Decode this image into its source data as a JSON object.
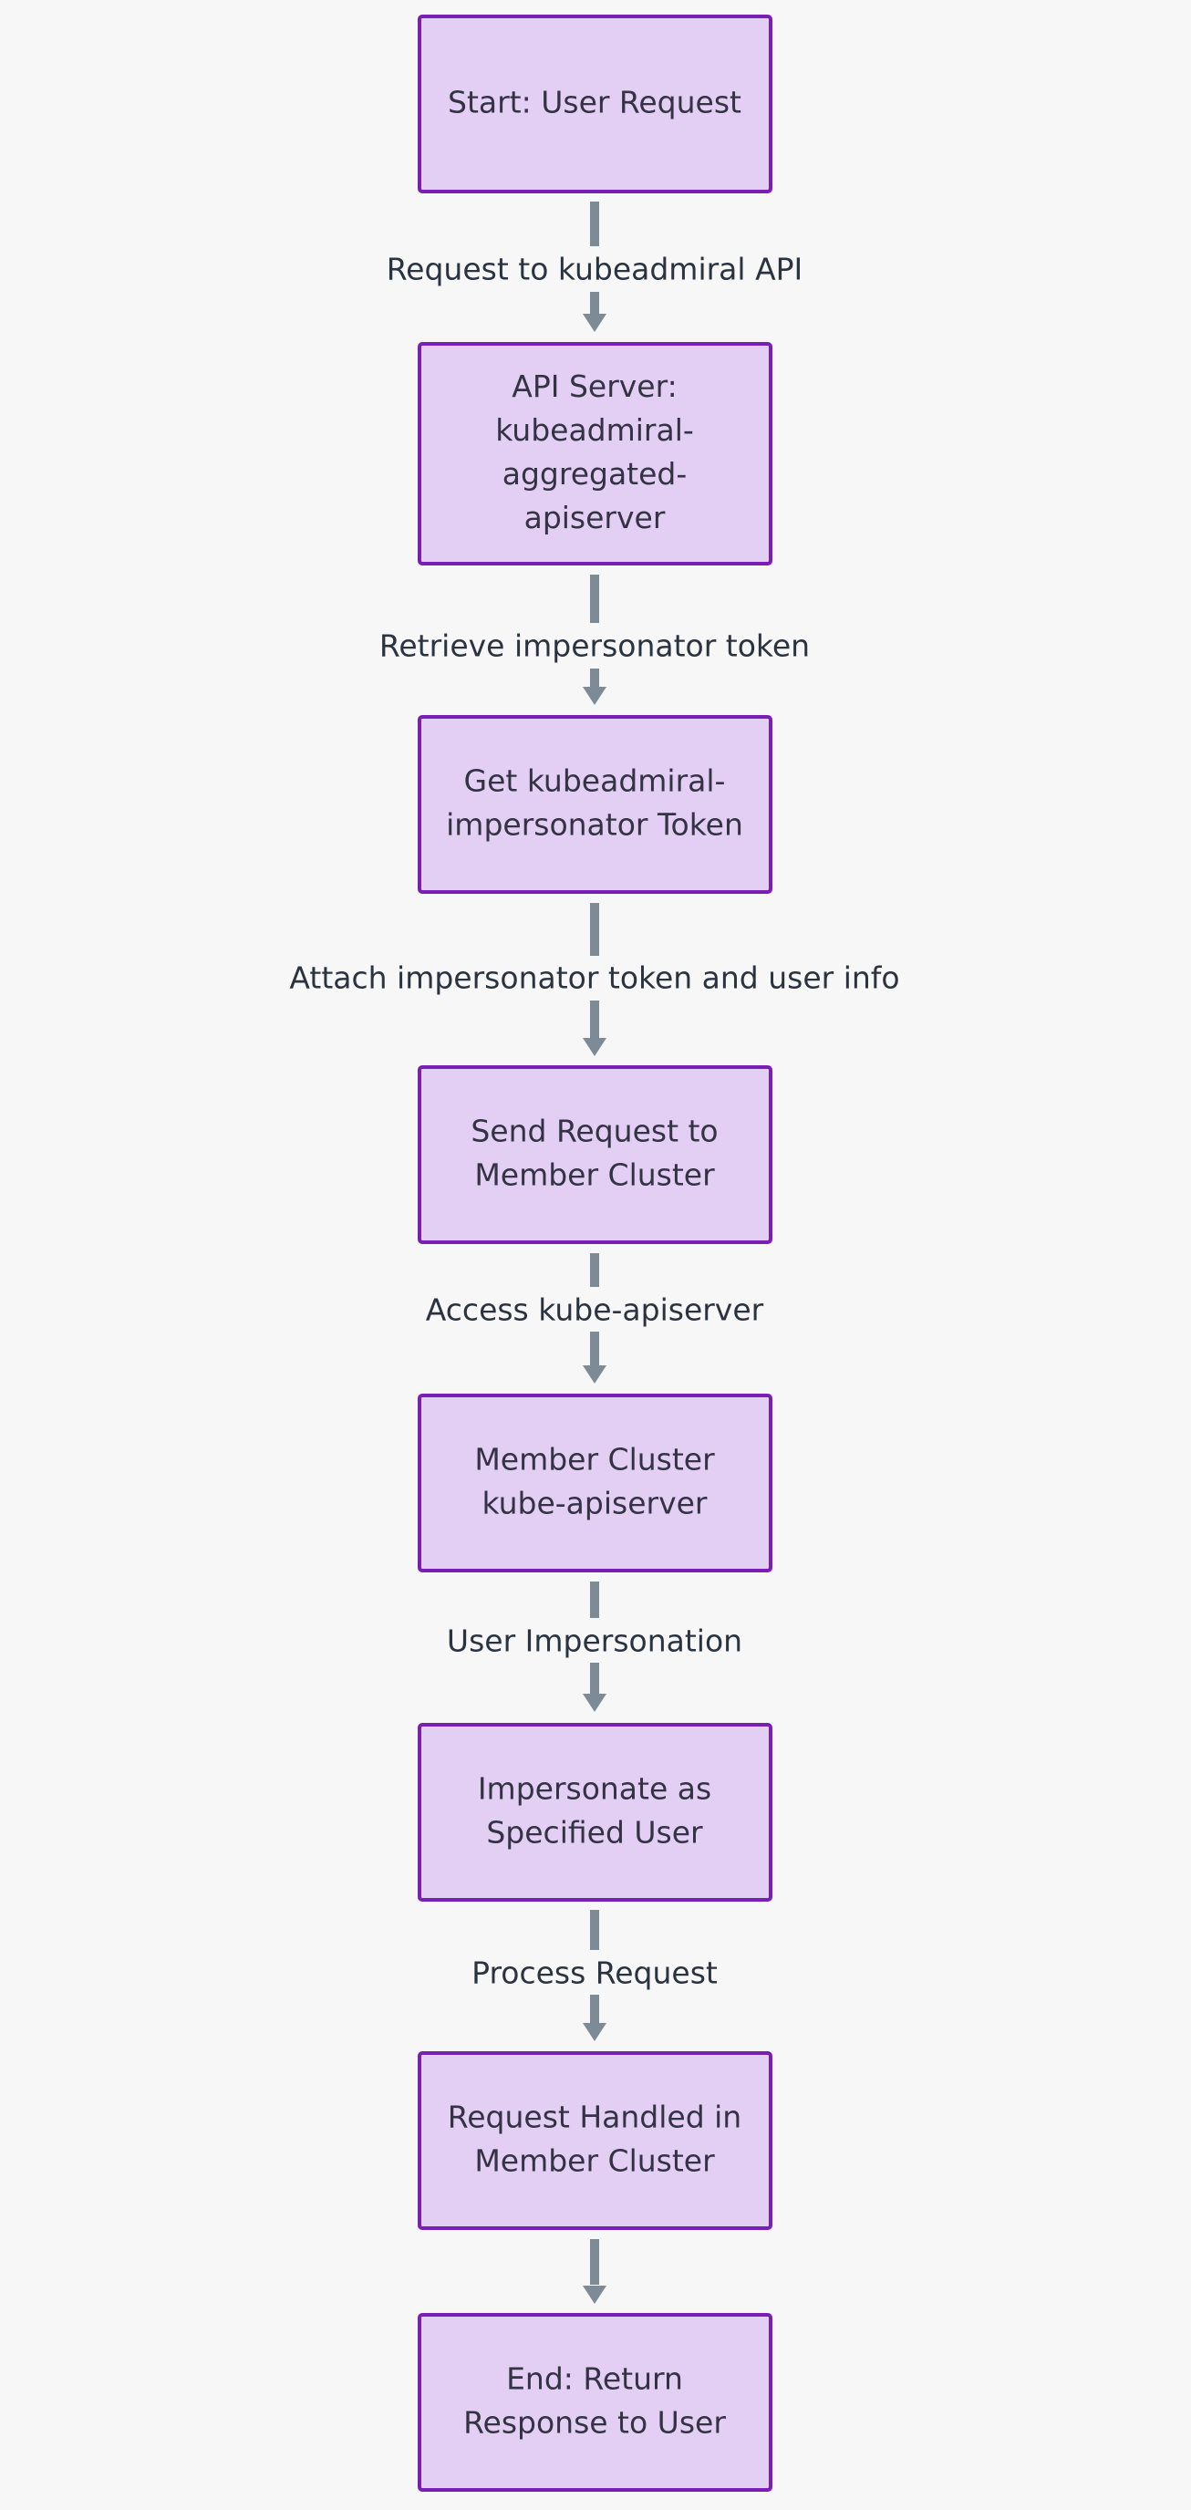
{
  "nodes": [
    {
      "id": "start",
      "lines": [
        "Start: User Request"
      ]
    },
    {
      "id": "api-server",
      "lines": [
        "API Server:",
        "kubeadmiral-",
        "aggregated-",
        "apiserver"
      ]
    },
    {
      "id": "get-token",
      "lines": [
        "Get kubeadmiral-",
        "impersonator Token"
      ]
    },
    {
      "id": "send-request",
      "lines": [
        "Send Request to",
        "Member Cluster"
      ]
    },
    {
      "id": "member-apiserver",
      "lines": [
        "Member Cluster",
        "kube-apiserver"
      ]
    },
    {
      "id": "impersonate",
      "lines": [
        "Impersonate as",
        "Specified User"
      ]
    },
    {
      "id": "handled",
      "lines": [
        "Request Handled in",
        "Member Cluster"
      ]
    },
    {
      "id": "end",
      "lines": [
        "End: Return",
        "Response to User"
      ]
    }
  ],
  "edges": [
    {
      "from": "start",
      "to": "api-server",
      "label": "Request to kubeadmiral API"
    },
    {
      "from": "api-server",
      "to": "get-token",
      "label": "Retrieve impersonator token"
    },
    {
      "from": "get-token",
      "to": "send-request",
      "label": "Attach impersonator token and user info"
    },
    {
      "from": "send-request",
      "to": "member-apiserver",
      "label": "Access kube-apiserver"
    },
    {
      "from": "member-apiserver",
      "to": "impersonate",
      "label": "User Impersonation"
    },
    {
      "from": "impersonate",
      "to": "handled",
      "label": "Process Request"
    },
    {
      "from": "handled",
      "to": "end",
      "label": ""
    }
  ]
}
